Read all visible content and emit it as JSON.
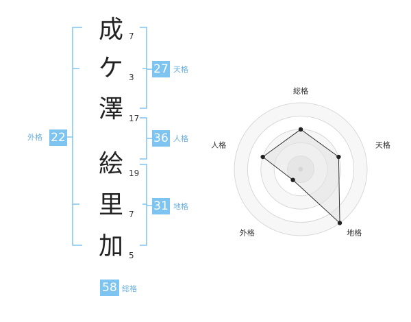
{
  "name_chars": [
    {
      "char": "成",
      "strokes": "7"
    },
    {
      "char": "ケ",
      "strokes": "3"
    },
    {
      "char": "澤",
      "strokes": "17"
    },
    {
      "char": "絵",
      "strokes": "19"
    },
    {
      "char": "里",
      "strokes": "7"
    },
    {
      "char": "加",
      "strokes": "5"
    }
  ],
  "kaku": {
    "tenkaku": {
      "value": "27",
      "label": "天格"
    },
    "jinkaku": {
      "value": "36",
      "label": "人格"
    },
    "chikaku": {
      "value": "31",
      "label": "地格"
    },
    "gaikaku": {
      "value": "22",
      "label": "外格"
    },
    "soukaku": {
      "value": "58",
      "label": "総格"
    }
  },
  "colors": {
    "accent": "#7ec4f0",
    "bracket": "#7ec4f0",
    "text": "#222222"
  },
  "chart_data": {
    "type": "radar",
    "axes": [
      "総格",
      "天格",
      "地格",
      "外格",
      "人格"
    ],
    "values": [
      3,
      3,
      5,
      1,
      3
    ],
    "rmax": 5,
    "grid_levels": 5
  }
}
